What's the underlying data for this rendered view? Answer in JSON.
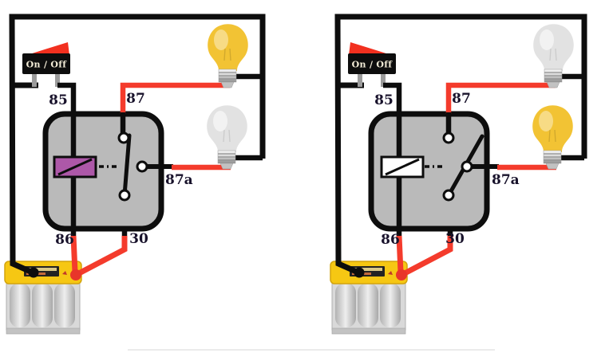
{
  "title": "automotive relay changeover circuit comparison",
  "colors": {
    "wire_black": "#0d0d0d",
    "wire_red": "#f43b2c",
    "terminal_red": "#e8362a",
    "relay_fill": "#bababa",
    "relay_border": "#0d0d0d",
    "label_text": "#18122b",
    "switch_body": "#0d0d0d",
    "switch_text": "#f4edd8",
    "rocker_red": "#f2301f",
    "leg_gray": "#9c9c9c",
    "battery_yellow": "#f6c713",
    "battery_yellow_edge": "#d3a40d",
    "battery_body": "#d9d9d9"
  },
  "panels": [
    {
      "name": "relay-energized",
      "state_summary": "coil energized, contact 30-87 closed, 87 lamp lit",
      "switch": {
        "label": "On / Off",
        "state": "on"
      },
      "relay": {
        "coil_state": "energized",
        "coil_color": "#ad58a8",
        "contact": "30-87",
        "labels": {
          "l85": "85",
          "l87": "87",
          "l87a": "87a",
          "l86": "86",
          "l30": "30"
        }
      },
      "bulbs": {
        "top": {
          "circuit": "87",
          "state": "lit",
          "color": "#f2c334"
        },
        "bottom": {
          "circuit": "87a",
          "state": "off",
          "color": "#e2e2e2"
        }
      }
    },
    {
      "name": "relay-at-rest",
      "state_summary": "coil de-energized, contact 30-87a closed, 87a lamp lit",
      "switch": {
        "label": "On / Off",
        "state": "off"
      },
      "relay": {
        "coil_state": "de-energized",
        "coil_color": "#ffffff",
        "contact": "30-87a",
        "labels": {
          "l85": "85",
          "l87": "87",
          "l87a": "87a",
          "l86": "86",
          "l30": "30"
        }
      },
      "bulbs": {
        "top": {
          "circuit": "87",
          "state": "off",
          "color": "#e2e2e2"
        },
        "bottom": {
          "circuit": "87a",
          "state": "lit",
          "color": "#f2c334"
        }
      }
    }
  ]
}
